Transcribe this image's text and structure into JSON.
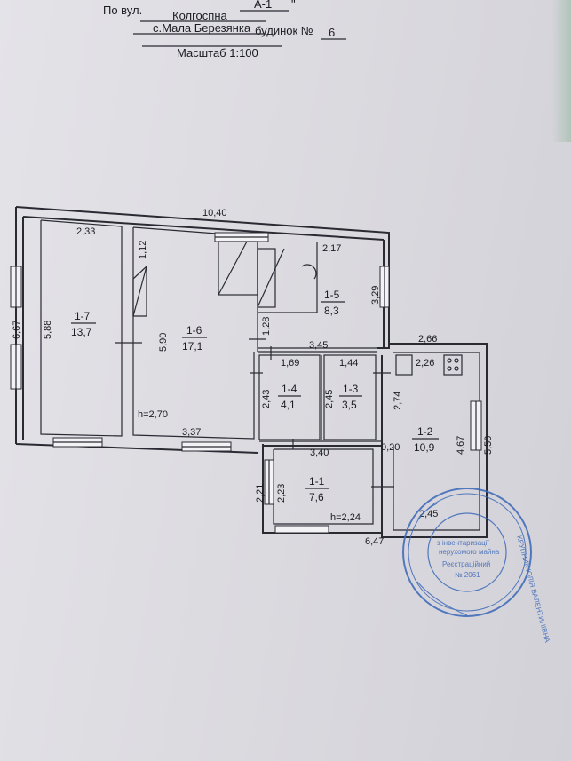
{
  "header": {
    "litera": "А-1",
    "street_prefix": "По вул.",
    "street_name": "Колгоспна",
    "house_label": "будинок №",
    "house_number": "6",
    "village": "с.Мала Березянка",
    "scale": "Масштаб 1:100"
  },
  "rooms": [
    {
      "id": "1-7",
      "area": "13,7"
    },
    {
      "id": "1-6",
      "area": "17,1"
    },
    {
      "id": "1-5",
      "area": "8,3"
    },
    {
      "id": "1-4",
      "area": "4,1"
    },
    {
      "id": "1-3",
      "area": "3,5"
    },
    {
      "id": "1-2",
      "area": "10,9"
    },
    {
      "id": "1-1",
      "area": "7,6"
    }
  ],
  "dimensions": {
    "overall_width": "10,40",
    "overall_height": "6,67",
    "r17_width": "2,33",
    "r17_height": "5,88",
    "r16_height": "5,90",
    "r16_top": "1,12",
    "r16_bottom": "3,37",
    "r16_right": "1,28",
    "r15_width": "2,17",
    "r15_height": "3,29",
    "corridor": "3,45",
    "r14_width": "1,69",
    "r14_height": "2,43",
    "r13_width": "1,44",
    "r13_height": "2,45",
    "r12_top": "2,66",
    "r12_inner_top": "2,26",
    "r12_left": "2,74",
    "r12_right": "4,67",
    "r12_outer": "5,50",
    "r12_gap": "0,20",
    "r12_bottom": "2,45",
    "r11_width": "3,40",
    "r11_h1": "2,21",
    "r11_h2": "2,23",
    "r11_bottom": "6,47",
    "h_main": "h=2,70",
    "h_porch": "h=2,24"
  },
  "stamp": {
    "line1": "з інвентаризації",
    "line2": "нерухомого майна",
    "line3": "Реєстраційний",
    "line4": "№ 2061",
    "ring": "КРУПНИК ЮЛІЯ ВАЛЕНТИНІВНА"
  },
  "colors": {
    "ink": "#2a2a33",
    "stamp": "#3a67b8",
    "paper": "#e0dfe4"
  }
}
